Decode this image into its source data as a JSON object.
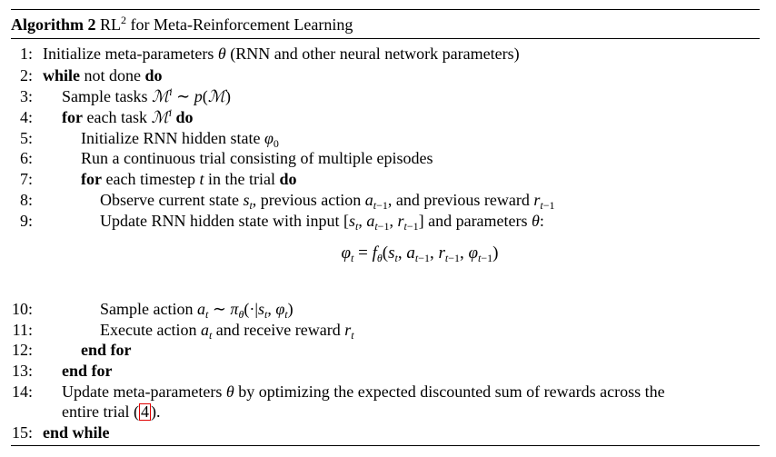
{
  "algorithm": {
    "label": "Algorithm 2",
    "title_prefix": "RL",
    "title_sup": "2",
    "title_rest": " for Meta-Reinforcement Learning"
  },
  "lines": [
    {
      "num": "1:",
      "text": "Initialize meta-parameters θ (RNN and other neural network parameters)"
    },
    {
      "num": "2:",
      "kw1": "while",
      "text": " not done ",
      "kw2": "do"
    },
    {
      "num": "3:",
      "text": "Sample tasks ℳ"
    },
    {
      "num": "4:",
      "kw1": "for",
      "text": " each task ℳ",
      "kw2": "do"
    },
    {
      "num": "5:",
      "text": "Initialize RNN hidden state φ"
    },
    {
      "num": "6:",
      "text": "Run a continuous trial consisting of multiple episodes"
    },
    {
      "num": "7:",
      "kw1": "for",
      "text": " each timestep t in the trial ",
      "kw2": "do"
    },
    {
      "num": "8:",
      "text": "Observe current state s"
    },
    {
      "num": "9:",
      "text": "Update RNN hidden state with input"
    },
    {
      "num": "10:",
      "text": "Sample action a"
    },
    {
      "num": "11:",
      "text": "Execute action a"
    },
    {
      "num": "12:",
      "kw1": "end for"
    },
    {
      "num": "13:",
      "kw1": "end for"
    },
    {
      "num": "14:",
      "text": "Update meta-parameters θ by optimizing the expected discounted sum of rewards across the",
      "text2": "entire trial (",
      "cite": "4",
      "text3": ")."
    },
    {
      "num": "15:",
      "kw1": "end while"
    }
  ],
  "equation": "φt = fθ(st, at−1, rt−1, φt−1)",
  "cite_color": "#e00000"
}
